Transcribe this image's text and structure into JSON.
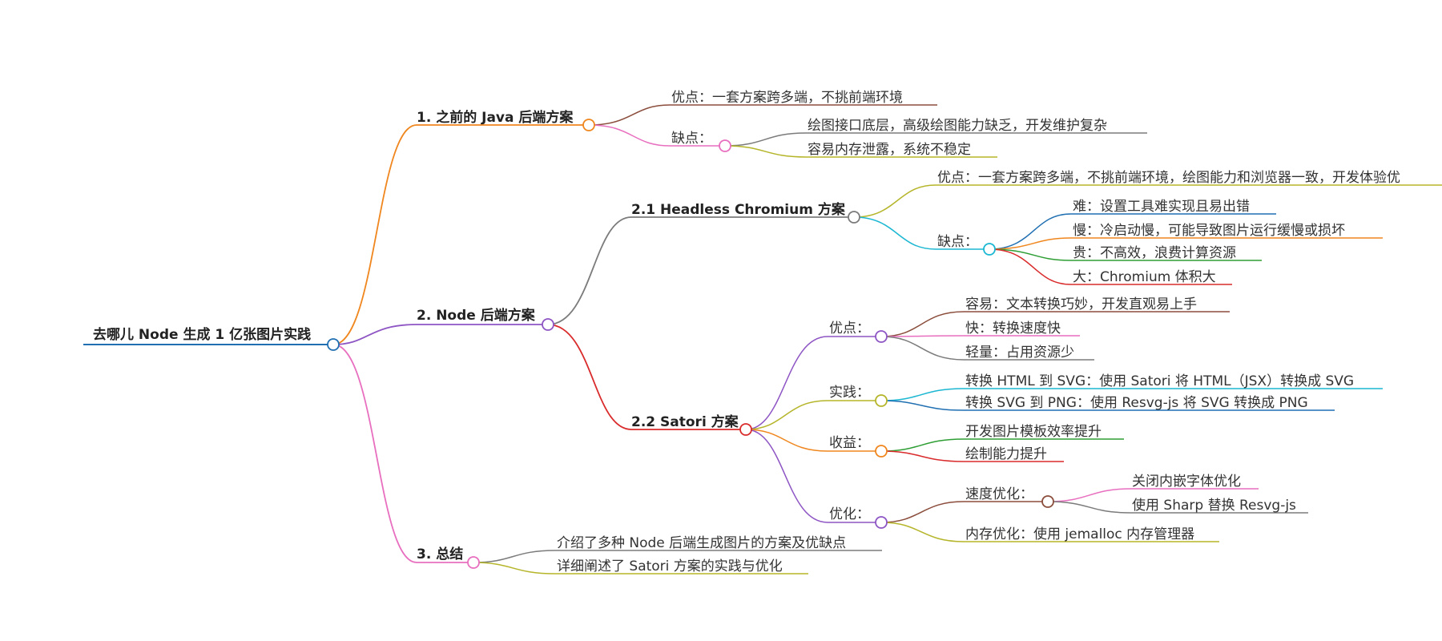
{
  "root": {
    "label": "去哪儿 Node 生成 1 亿张图片实践"
  },
  "branch1": {
    "label": "1. 之前的 Java 后端方案",
    "pros": "优点：一套方案跨多端，不挑前端环境",
    "cons_label": "缺点：",
    "cons": [
      "绘图接口底层，高级绘图能力缺乏，开发维护复杂",
      "容易内存泄露，系统不稳定"
    ]
  },
  "branch2": {
    "label": "2. Node 后端方案",
    "headless": {
      "label": "2.1 Headless Chromium 方案",
      "pros": "优点：一套方案跨多端，不挑前端环境，绘图能力和浏览器一致，开发体验优",
      "cons_label": "缺点：",
      "cons": [
        "难：设置工具难实现且易出错",
        "慢：冷启动慢，可能导致图片运行缓慢或损坏",
        "贵：不高效，浪费计算资源",
        "大：Chromium 体积大"
      ]
    },
    "satori": {
      "label": "2.2 Satori 方案",
      "pros_label": "优点：",
      "pros": [
        "容易：文本转换巧妙，开发直观易上手",
        "快：转换速度快",
        "轻量：占用资源少"
      ],
      "practice_label": "实践：",
      "practice": [
        "转换 HTML 到 SVG：使用 Satori 将 HTML（JSX）转换成 SVG",
        "转换 SVG 到 PNG：使用 Resvg-js 将 SVG 转换成 PNG"
      ],
      "benefit_label": "收益：",
      "benefit": [
        "开发图片模板效率提升",
        "绘制能力提升"
      ],
      "optimize_label": "优化：",
      "speed_label": "速度优化：",
      "speed": [
        "关闭内嵌字体优化",
        "使用 Sharp 替换 Resvg-js"
      ],
      "memory": "内存优化：使用 jemalloc 内存管理器"
    }
  },
  "branch3": {
    "label": "3. 总结",
    "items": [
      "介绍了多种 Node 后端生成图片的方案及优缺点",
      "详细阐述了 Satori 方案的实践与优化"
    ]
  },
  "colors": {
    "root": "#1f6fb2",
    "branch1": "#f0861e",
    "branch2": "#8e55c4",
    "branch3": "#e86fbf",
    "headless": "#7b7b7b",
    "satori": "#d92b2b",
    "brown": "#8b4d3c",
    "olive": "#b5b52a",
    "cyan": "#1bb7d2",
    "blue": "#1f6fb2",
    "orange": "#f0861e",
    "green": "#2e9e34",
    "red": "#d92b2b",
    "purple": "#8e55c4",
    "pink": "#e86fbf",
    "gray": "#7b7b7b"
  }
}
